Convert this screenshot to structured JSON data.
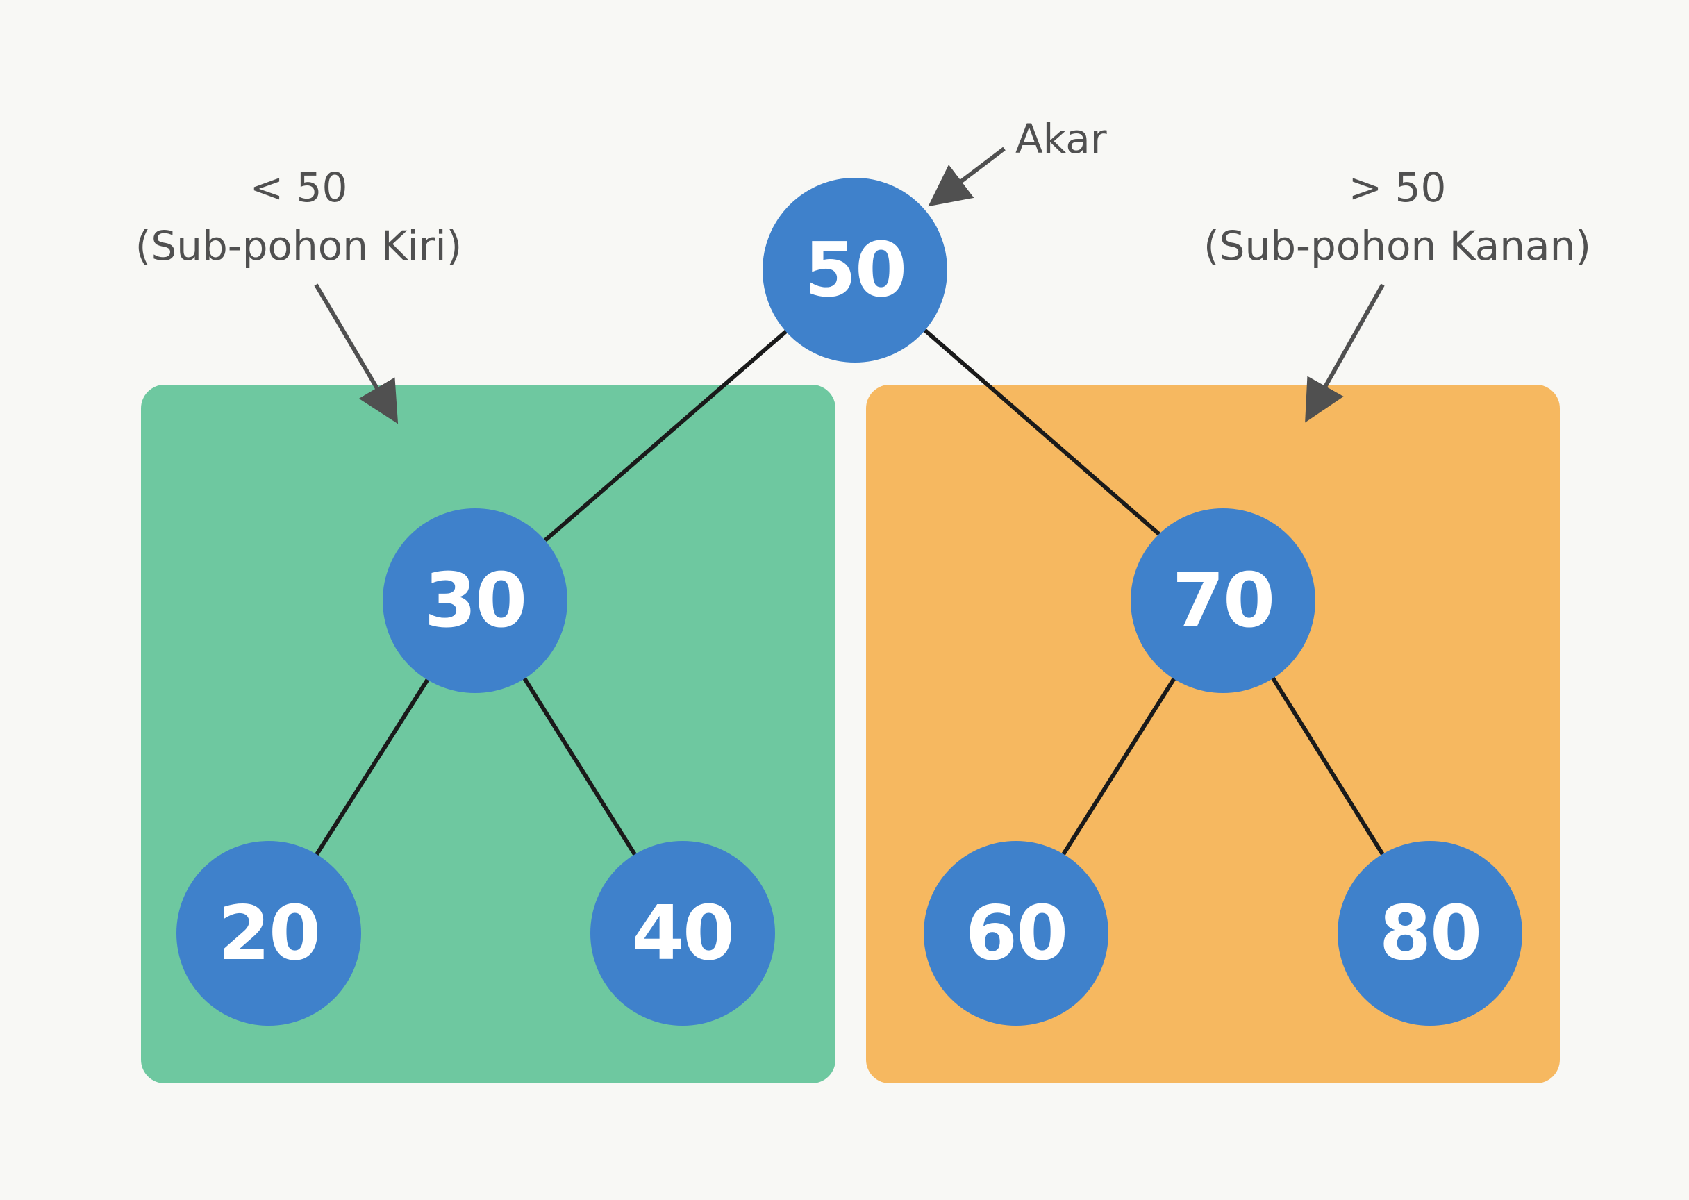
{
  "colors": {
    "background": "#f8f8f5",
    "left_subtree": "#6ec8a0",
    "right_subtree": "#f6b860",
    "node_fill": "#3f81cb",
    "edge": "#1a1a1a",
    "annotation": "#505050"
  },
  "nodes": {
    "root": "50",
    "left": "30",
    "right": "70",
    "left_left": "20",
    "left_right": "40",
    "right_left": "60",
    "right_right": "80"
  },
  "labels": {
    "root_label": "Akar",
    "left_condition": "< 50",
    "left_name": "(Sub-pohon Kiri)",
    "right_condition": "> 50",
    "right_name": "(Sub-pohon Kanan)"
  }
}
